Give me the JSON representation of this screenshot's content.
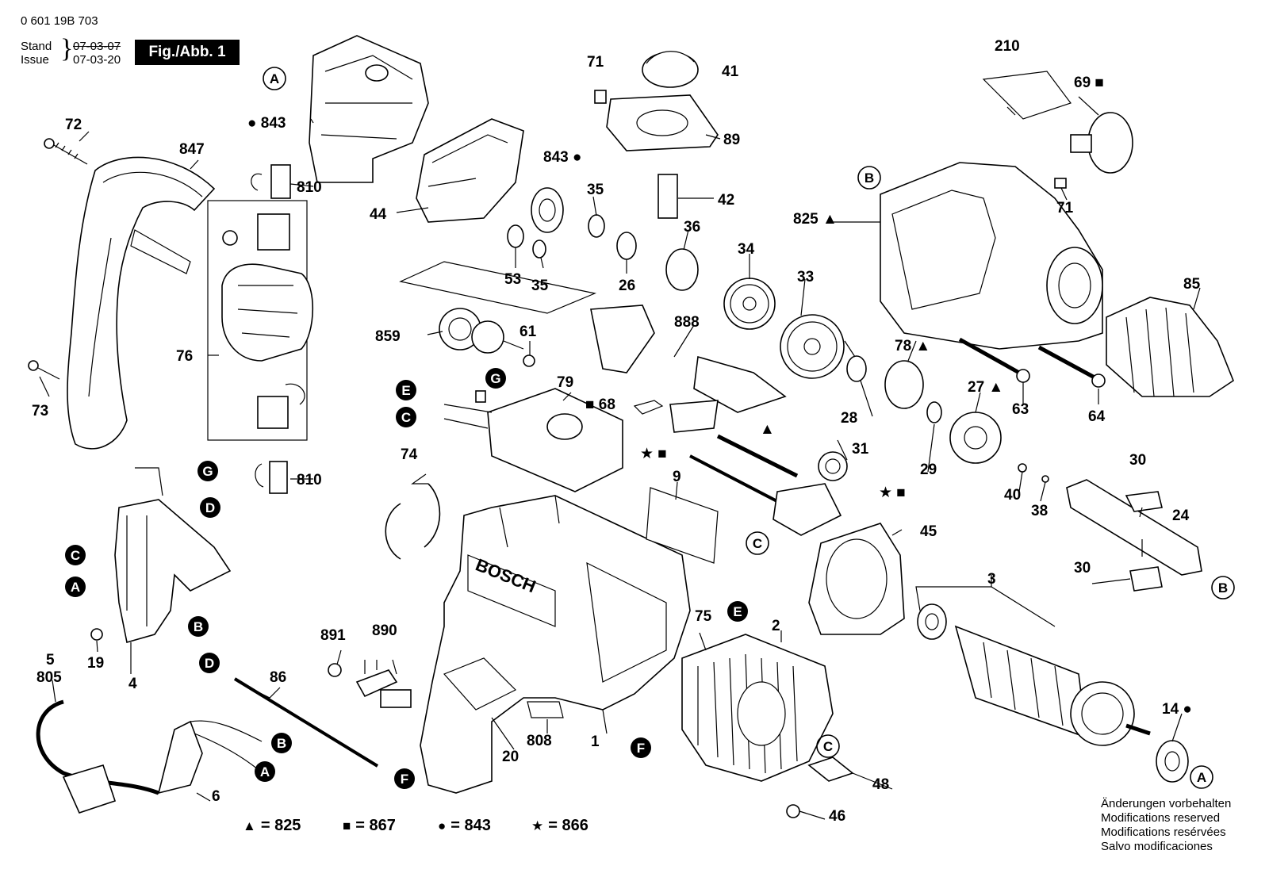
{
  "header": {
    "doc_number": "0 601 19B 703",
    "stand_label": "Stand",
    "stand_date": "07-03-07",
    "issue_label": "Issue",
    "issue_date": "07-03-20",
    "figure_label": "Fig./Abb. 1"
  },
  "brand_text": "BOSCH",
  "part_numbers": [
    "1",
    "2",
    "3",
    "4",
    "5",
    "6",
    "9",
    "14",
    "19",
    "20",
    "24",
    "26",
    "27",
    "28",
    "29",
    "30",
    "31",
    "33",
    "34",
    "35",
    "36",
    "38",
    "40",
    "41",
    "42",
    "44",
    "45",
    "46",
    "48",
    "53",
    "61",
    "63",
    "64",
    "68",
    "69",
    "71",
    "72",
    "73",
    "74",
    "75",
    "76",
    "78",
    "79",
    "85",
    "86",
    "89",
    "805",
    "808",
    "810",
    "825",
    "843",
    "847",
    "859",
    "888",
    "890",
    "891",
    "210"
  ],
  "connection_marks": [
    "A",
    "B",
    "C",
    "D",
    "E",
    "F",
    "G"
  ],
  "legend": [
    {
      "symbol": "triangle",
      "glyph": "▲",
      "text": "= 825"
    },
    {
      "symbol": "square",
      "glyph": "■",
      "text": "= 867"
    },
    {
      "symbol": "circle",
      "glyph": "●",
      "text": "= 843"
    },
    {
      "symbol": "star",
      "glyph": "★",
      "text": "= 866"
    }
  ],
  "notes": [
    "Änderungen vorbehalten",
    "Modifications reserved",
    "Modifications resérvées",
    "Salvo modificaciones"
  ]
}
